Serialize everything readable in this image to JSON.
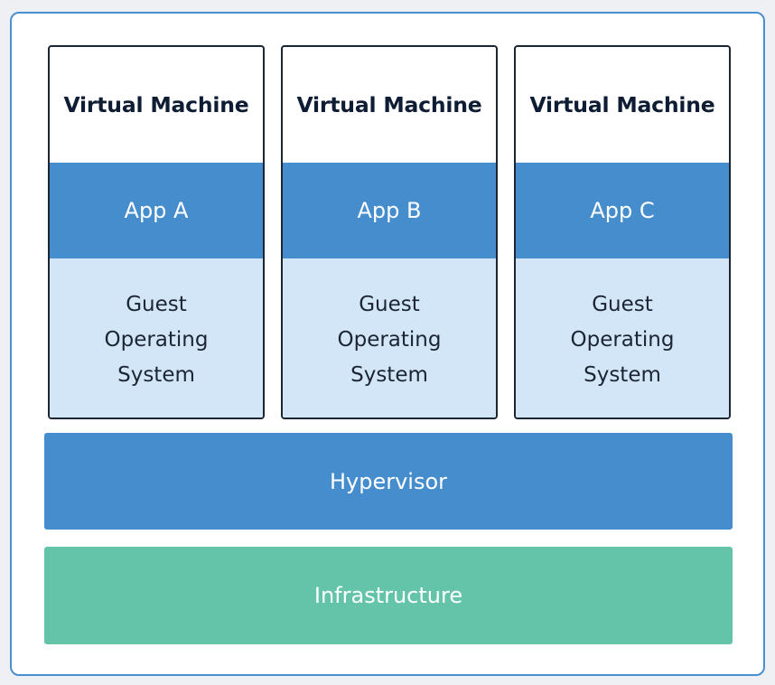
{
  "vms": [
    {
      "title": "Virtual Machine",
      "app": "App A",
      "os_lines": [
        "Guest",
        "Operating",
        "System"
      ]
    },
    {
      "title": "Virtual Machine",
      "app": "App B",
      "os_lines": [
        "Guest",
        "Operating",
        "System"
      ]
    },
    {
      "title": "Virtual Machine",
      "app": "App C",
      "os_lines": [
        "Guest",
        "Operating",
        "System"
      ]
    }
  ],
  "hypervisor": {
    "label": "Hypervisor"
  },
  "infrastructure": {
    "label": "Infrastructure"
  },
  "colors": {
    "frame_border": "#4a8fcf",
    "app_blue": "#468dcd",
    "guest_os_light_blue": "#d3e6f7",
    "infrastructure_green": "#64c4aa",
    "title_navy": "#0e1d33"
  }
}
